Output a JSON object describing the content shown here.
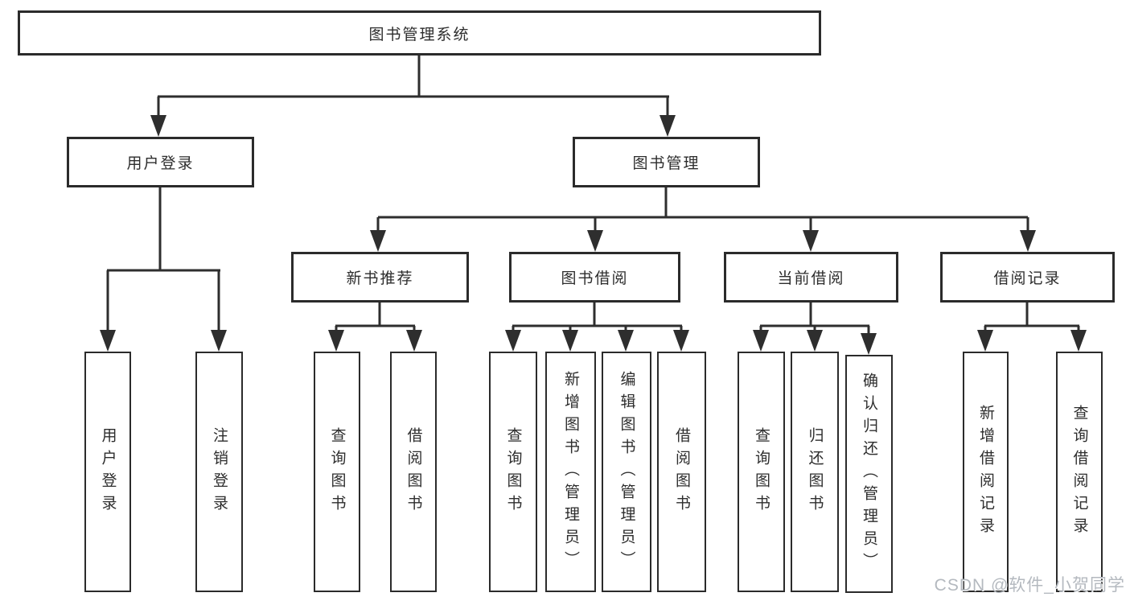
{
  "tree": {
    "root": "图书管理系统",
    "user_login": {
      "label": "用户登录",
      "children": {
        "login": "用户登录",
        "logout": "注销登录"
      }
    },
    "book_mgmt": {
      "label": "图书管理",
      "new_book": {
        "label": "新书推荐",
        "children": {
          "query": "查询图书",
          "borrow": "借阅图书"
        }
      },
      "borrowing": {
        "label": "图书借阅",
        "children": {
          "query": "查询图书",
          "add": "新增图书（管理员）",
          "edit": "编辑图书（管理员）",
          "borrow": "借阅图书"
        }
      },
      "current": {
        "label": "当前借阅",
        "children": {
          "query": "查询图书",
          "return": "归还图书",
          "confirm": "确认归还（管理员）"
        }
      },
      "records": {
        "label": "借阅记录",
        "children": {
          "add": "新增借阅记录",
          "query": "查询借阅记录"
        }
      }
    }
  },
  "watermark": {
    "text": "CSDN @软件_小贺同学"
  },
  "colors": {
    "ink": "#2e2e2e",
    "box_border": "#2b2b2b",
    "text": "#2d2d2d",
    "watermark": "#b4b9bf",
    "background": "#ffffff"
  }
}
